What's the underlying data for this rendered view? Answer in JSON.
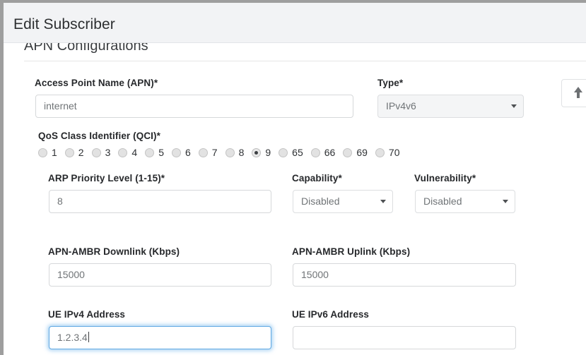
{
  "modal": {
    "title": "Edit Subscriber"
  },
  "section": {
    "title": "APN Configurations"
  },
  "fields": {
    "apn": {
      "label": "Access Point Name (APN)*",
      "value": "internet"
    },
    "type": {
      "label": "Type*",
      "value": "IPv4v6"
    },
    "qci": {
      "label": "QoS Class Identifier (QCI)*",
      "options": [
        "1",
        "2",
        "3",
        "4",
        "5",
        "6",
        "7",
        "8",
        "9",
        "65",
        "66",
        "69",
        "70"
      ],
      "selected": "9"
    },
    "arp_priority": {
      "label": "ARP Priority Level (1-15)*",
      "value": "8"
    },
    "capability": {
      "label": "Capability*",
      "value": "Disabled"
    },
    "vulnerability": {
      "label": "Vulnerability*",
      "value": "Disabled"
    },
    "ambr_downlink": {
      "label": "APN-AMBR Downlink (Kbps)",
      "value": "15000"
    },
    "ambr_uplink": {
      "label": "APN-AMBR Uplink (Kbps)",
      "value": "15000"
    },
    "ue_ipv4": {
      "label": "UE IPv4 Address",
      "value": "1.2.3.4"
    },
    "ue_ipv6": {
      "label": "UE IPv6 Address",
      "value": ""
    }
  },
  "controls": {
    "scroll_top_icon": "arrow-up-icon"
  },
  "colors": {
    "header_band": "#f2f3f5",
    "focus_ring": "#66afe9",
    "label_text": "#26282b",
    "input_text": "#707477",
    "backdrop_edge": "#9e9e9e"
  }
}
